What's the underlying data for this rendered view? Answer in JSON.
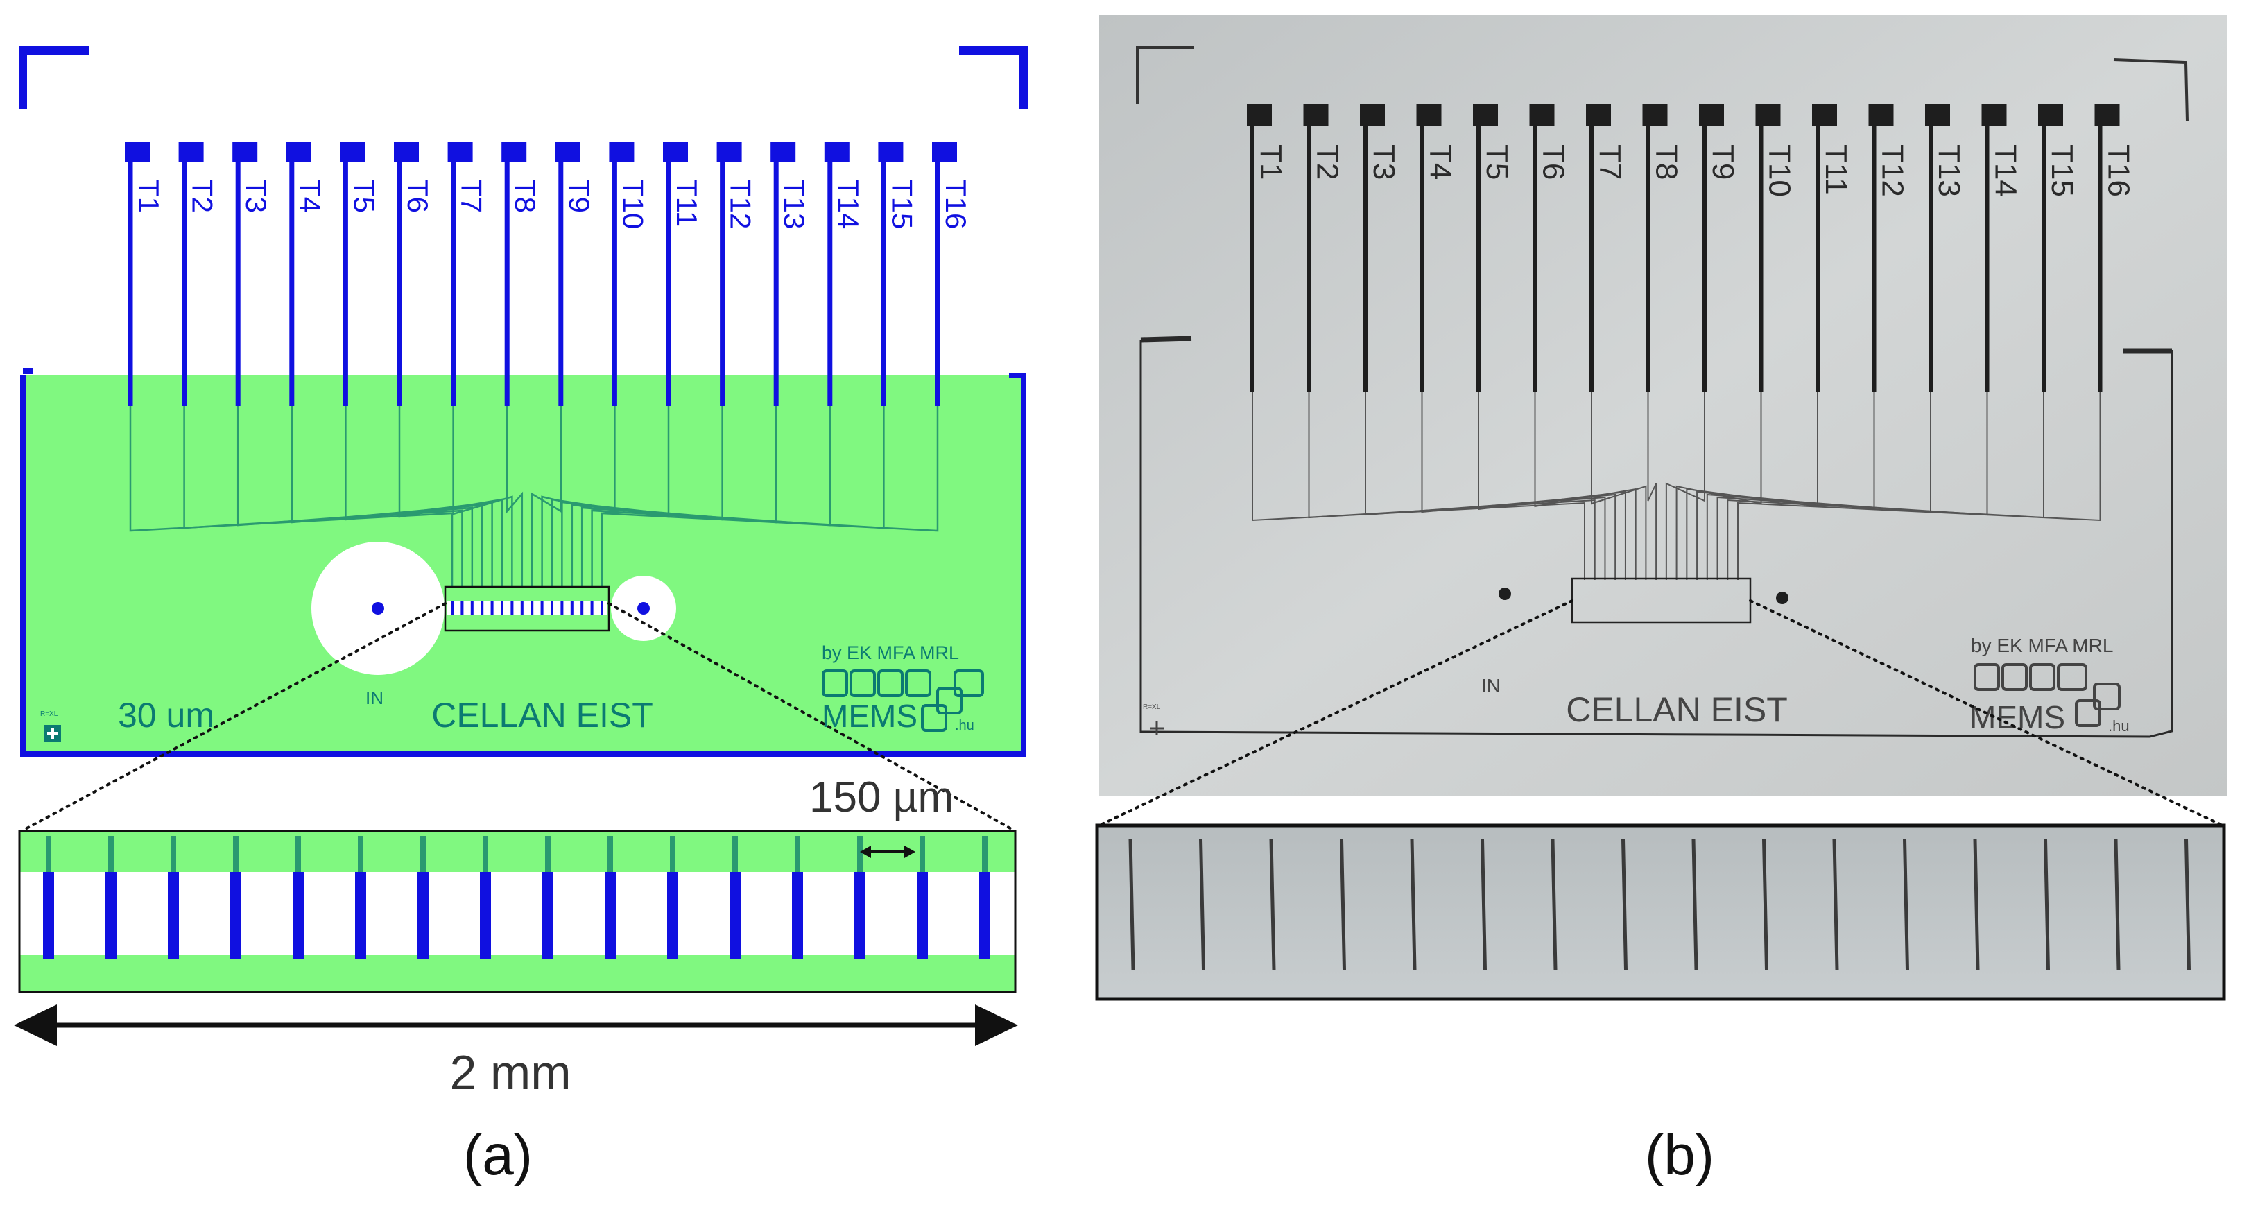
{
  "colors": {
    "pad_blue": "#1010e0",
    "substrate_green": "#80f880",
    "trace_green": "#2a9a70",
    "label_teal": "#0b7a72",
    "photo_background": "#c9cccd",
    "photo_ink": "#1e1e1e"
  },
  "electrodes": {
    "labels": [
      "T1",
      "T2",
      "T3",
      "T4",
      "T5",
      "T6",
      "T7",
      "T8",
      "T9",
      "T10",
      "T11",
      "T12",
      "T13",
      "T14",
      "T15",
      "T16"
    ],
    "count": 16
  },
  "panel_a": {
    "caption": "(a)",
    "chip_name": "CELLAN EIST",
    "inlet_label": "IN",
    "width_label": "30 um",
    "credits": "by EK MFA MRL",
    "lab_logo": "MEMS",
    "lab_logo_suffix": ".hu",
    "corner_mark": "R=XL",
    "pitch_label": "150 µm",
    "scale_label": "2 mm"
  },
  "panel_b": {
    "caption": "(b)",
    "chip_name": "CELLAN EIST",
    "inlet_label": "IN",
    "credits": "by EK MFA MRL",
    "lab_logo": "MEMS",
    "lab_logo_suffix": ".hu",
    "corner_mark": "R=XL"
  }
}
